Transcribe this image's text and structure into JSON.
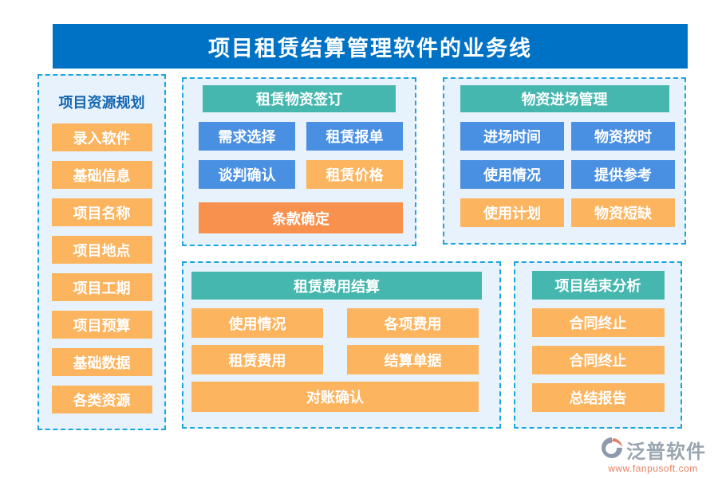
{
  "title": "项目租赁结算管理软件的业务线",
  "colors": {
    "banner_blue": "#0072C6",
    "panel_background": "#E8F2FC",
    "panel_dashed_border": "#1BA7DE",
    "header_teal": "#45B7AE",
    "chip_blue": "#4A90E2",
    "chip_orange": "#FCB45F",
    "chip_deep_orange": "#F9914E",
    "panel_title_blue": "#1266B1",
    "brand_gray": "#9AA5B0",
    "brand_orange": "#E8805E"
  },
  "panels": {
    "resource_planning": {
      "title": "项目资源规划",
      "items": [
        "录入软件",
        "基础信息",
        "项目名称",
        "项目地点",
        "项目工期",
        "项目预算",
        "基础数据",
        "各类资源"
      ]
    },
    "material_signing": {
      "title": "租赁物资签订",
      "items": [
        "需求选择",
        "租赁报单",
        "谈判确认",
        "租赁价格"
      ],
      "wide_item": "条款确定"
    },
    "entry_management": {
      "title": "物资进场管理",
      "items": [
        "进场时间",
        "物资按时",
        "使用情况",
        "提供参考",
        "使用计划",
        "物资短缺"
      ]
    },
    "fee_settlement": {
      "title": "租赁费用结算",
      "items": [
        "使用情况",
        "各项费用",
        "租赁费用",
        "结算单据"
      ],
      "wide_item": "对账确认"
    },
    "end_analysis": {
      "title": "项目结束分析",
      "items": [
        "合同终止",
        "合同终止",
        "总结报告"
      ]
    }
  },
  "watermark": {
    "brand": "泛普软件",
    "url": "www.fanpusoft.com"
  },
  "logo": {
    "brand": "泛普软件",
    "url": "www.fanpusoft.com"
  }
}
